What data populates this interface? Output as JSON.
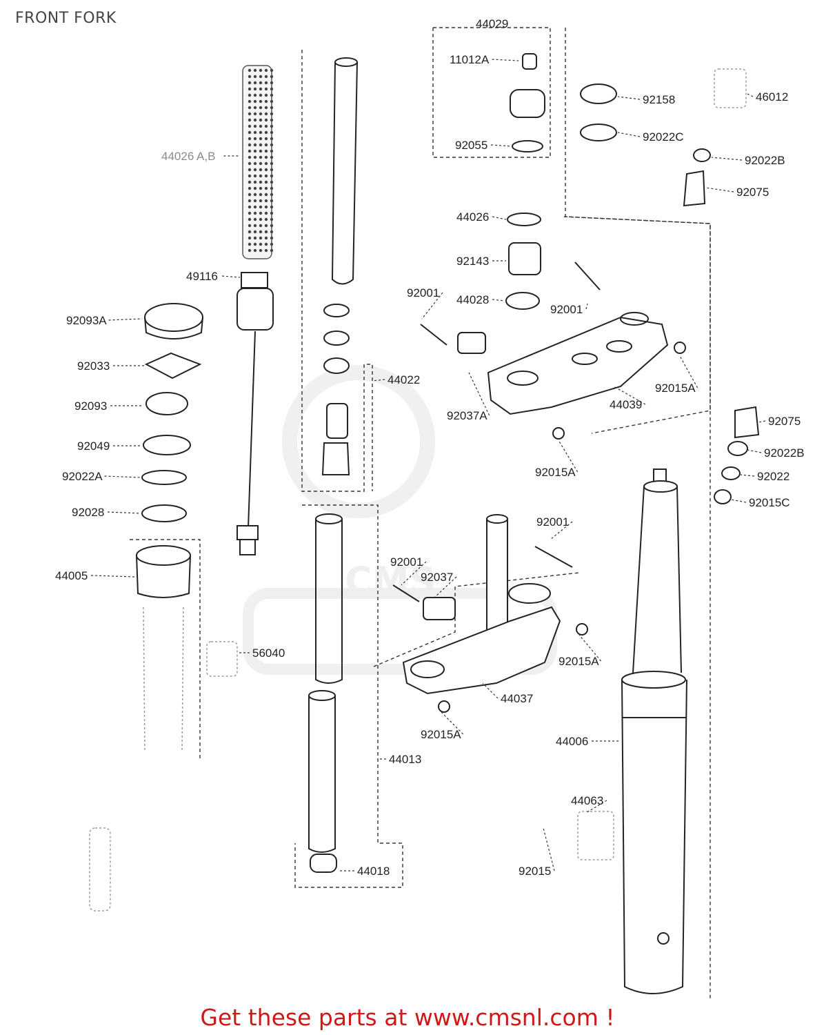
{
  "title": "FRONT FORK",
  "footer": "Get these parts at www.cmsnl.com !",
  "watermark": "CMS",
  "colors": {
    "ink": "#222222",
    "footer": "#d01818",
    "watermark": "#eeeeee"
  },
  "parts": [
    "44029",
    "11012A",
    "92158",
    "46012",
    "92022C",
    "92055",
    "92022B",
    "92075",
    "44026 A,B",
    "44026",
    "92143",
    "44028",
    "49116",
    "92001",
    "92093A",
    "92033",
    "92093",
    "92049",
    "92022A",
    "92028",
    "44022",
    "92037A",
    "44039",
    "92015A",
    "92022",
    "92015C",
    "92037",
    "44005",
    "56040",
    "44037",
    "44013",
    "44006",
    "44063",
    "92015",
    "44018"
  ]
}
